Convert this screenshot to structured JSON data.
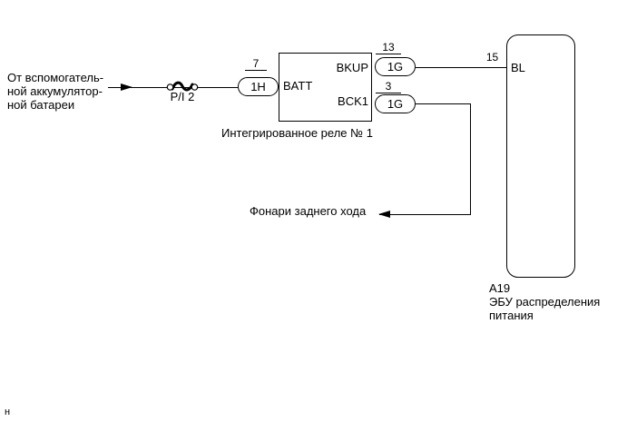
{
  "diagram": {
    "colors": {
      "line": "#000000",
      "background": "#ffffff",
      "text": "#000000"
    },
    "source": {
      "line1": "От вспомогатель-",
      "line2": "ной аккумулятор-",
      "line3": "ной батареи"
    },
    "fuse": {
      "label": "P/I 2"
    },
    "connector_1h": {
      "pin": "7",
      "code": "1H"
    },
    "relay": {
      "terminal_in": "BATT",
      "terminal_out_top": "BKUP",
      "terminal_out_bottom": "BCK1",
      "name": "Интегрированное реле № 1"
    },
    "connector_1g_top": {
      "pin": "13",
      "code": "1G"
    },
    "connector_1g_bottom": {
      "pin": "3",
      "code": "1G"
    },
    "ecu": {
      "pin": "15",
      "terminal": "BL",
      "code": "A19",
      "name_line1": "ЭБУ распределения",
      "name_line2": "питания"
    },
    "destination": {
      "label": "Фонари заднего хода"
    },
    "footnote": "н"
  }
}
